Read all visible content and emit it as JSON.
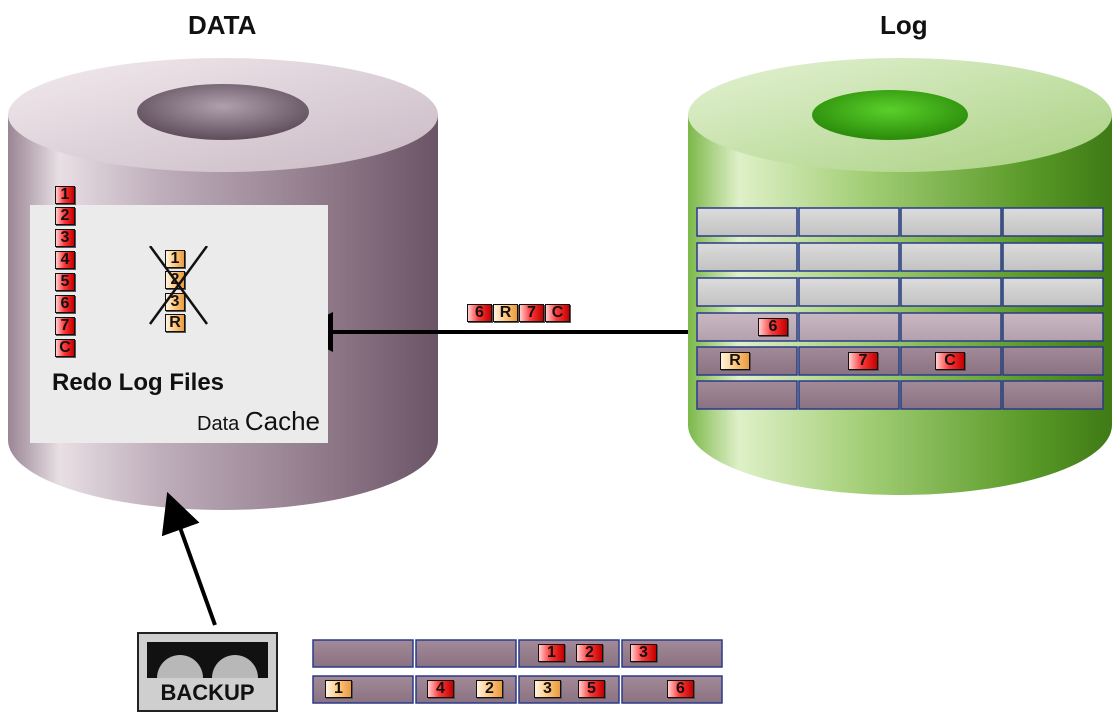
{
  "headings": {
    "data": "DATA",
    "log": "Log"
  },
  "data_cache": {
    "redo_title": "Redo Log Files",
    "label_small": "Data",
    "label_big": "Cache",
    "redo_tiles": [
      "1",
      "2",
      "3",
      "4",
      "5",
      "6",
      "7",
      "C"
    ],
    "crossed_tiles": [
      "1",
      "2",
      "3",
      "R"
    ]
  },
  "transfer_tiles": [
    "6",
    "R",
    "7",
    "C"
  ],
  "log_tiles": {
    "row4": [
      "6"
    ],
    "row5": [
      "R",
      "7",
      "C"
    ]
  },
  "backup": {
    "label": "BACKUP",
    "row1": [
      "1",
      "2",
      "3"
    ],
    "row2": [
      "1",
      "4",
      "2",
      "3",
      "5",
      "6"
    ]
  },
  "colors": {
    "data_cylinder": "#8e7888",
    "log_cylinder": "#5aa02a",
    "tile_red": "#ff3a3a",
    "tile_orange": "#ffc880",
    "cell_border": "#2a3a8a"
  }
}
